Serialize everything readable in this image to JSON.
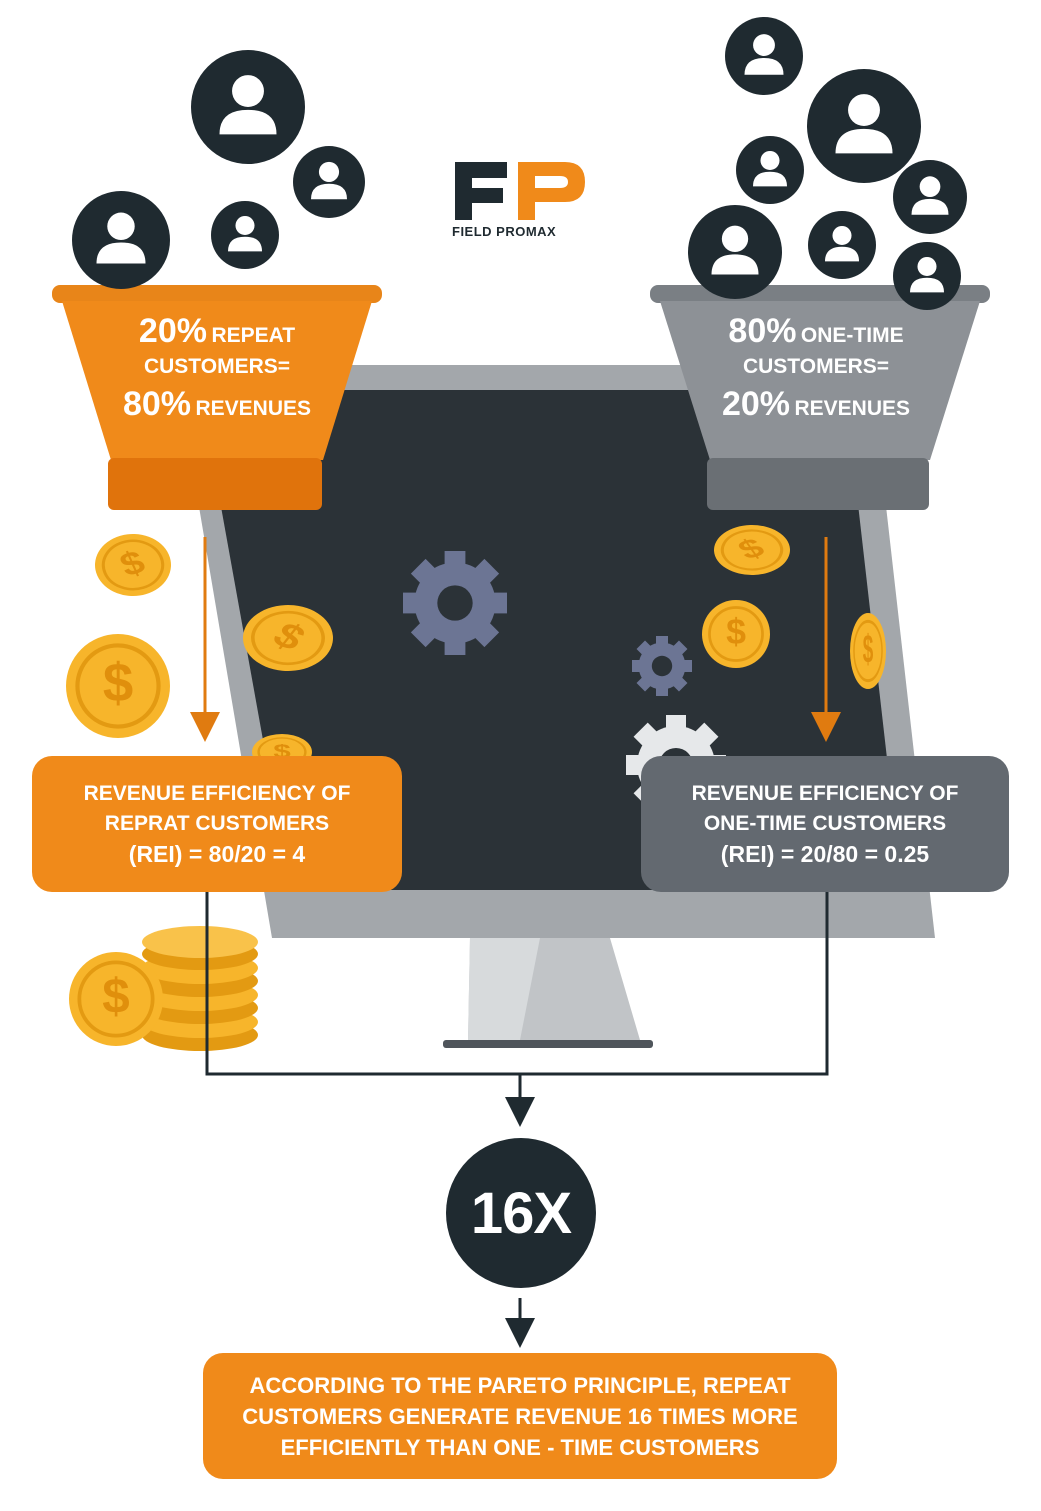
{
  "logo": {
    "text": "FIELD PROMAX"
  },
  "left_funnel": {
    "line1_pct": "20%",
    "line1_text": "REPEAT",
    "line2_text": "CUSTOMERS=",
    "line3_pct": "80%",
    "line3_text": "REVENUES"
  },
  "right_funnel": {
    "line1_pct": "80%",
    "line1_text": "ONE-TIME",
    "line2_text": "CUSTOMERS=",
    "line3_pct": "20%",
    "line3_text": "REVENUES"
  },
  "left_box": {
    "line1": "REVENUE EFFICIENCY OF",
    "line2": "REPRAT CUSTOMERS",
    "line3": "(REI) = 80/20 = 4"
  },
  "right_box": {
    "line1": "REVENUE EFFICIENCY OF",
    "line2": "ONE-TIME CUSTOMERS",
    "line3": "(REI) = 20/80 = 0.25"
  },
  "multiplier": "16X",
  "conclusion": {
    "line1": "ACCORDING TO THE PARETO PRINCIPLE, REPEAT",
    "line2": "CUSTOMERS GENERATE REVENUE 16 TIMES MORE",
    "line3": "EFFICIENTLY THAN ONE - TIME CUSTOMERS"
  },
  "colors": {
    "orange": "#f08a1a",
    "gray": "#636970",
    "dark": "#1f2a30",
    "gold": "#f7b52b"
  }
}
